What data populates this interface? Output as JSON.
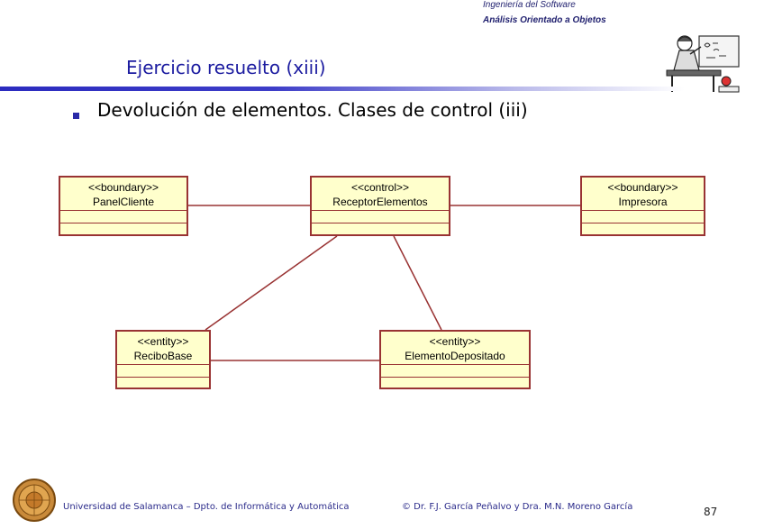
{
  "header": {
    "course": "Ingeniería del Software",
    "topic": "Análisis Orientado a Objetos"
  },
  "slide": {
    "title": "Ejercicio resuelto (xiii)",
    "bullet": "Devolución de elementos. Clases de control (iii)"
  },
  "diagram": {
    "classes": [
      {
        "id": "panel",
        "stereotype": "<<boundary>>",
        "name": "PanelCliente"
      },
      {
        "id": "receptor",
        "stereotype": "<<control>>",
        "name": "ReceptorElementos"
      },
      {
        "id": "impresora",
        "stereotype": "<<boundary>>",
        "name": "Impresora"
      },
      {
        "id": "recibo",
        "stereotype": "<<entity>>",
        "name": "ReciboBase"
      },
      {
        "id": "elemento",
        "stereotype": "<<entity>>",
        "name": "ElementoDepositado"
      }
    ],
    "associations": [
      [
        "panel",
        "receptor"
      ],
      [
        "receptor",
        "impresora"
      ],
      [
        "receptor",
        "recibo"
      ],
      [
        "receptor",
        "elemento"
      ],
      [
        "recibo",
        "elemento"
      ]
    ],
    "colors": {
      "fill": "#ffffcc",
      "stroke": "#993333"
    }
  },
  "footer": {
    "institution": "Universidad de Salamanca – Dpto. de Informática y Automática",
    "authors": "© Dr. F.J. García Peñalvo y Dra. M.N. Moreno García",
    "page": "87"
  }
}
